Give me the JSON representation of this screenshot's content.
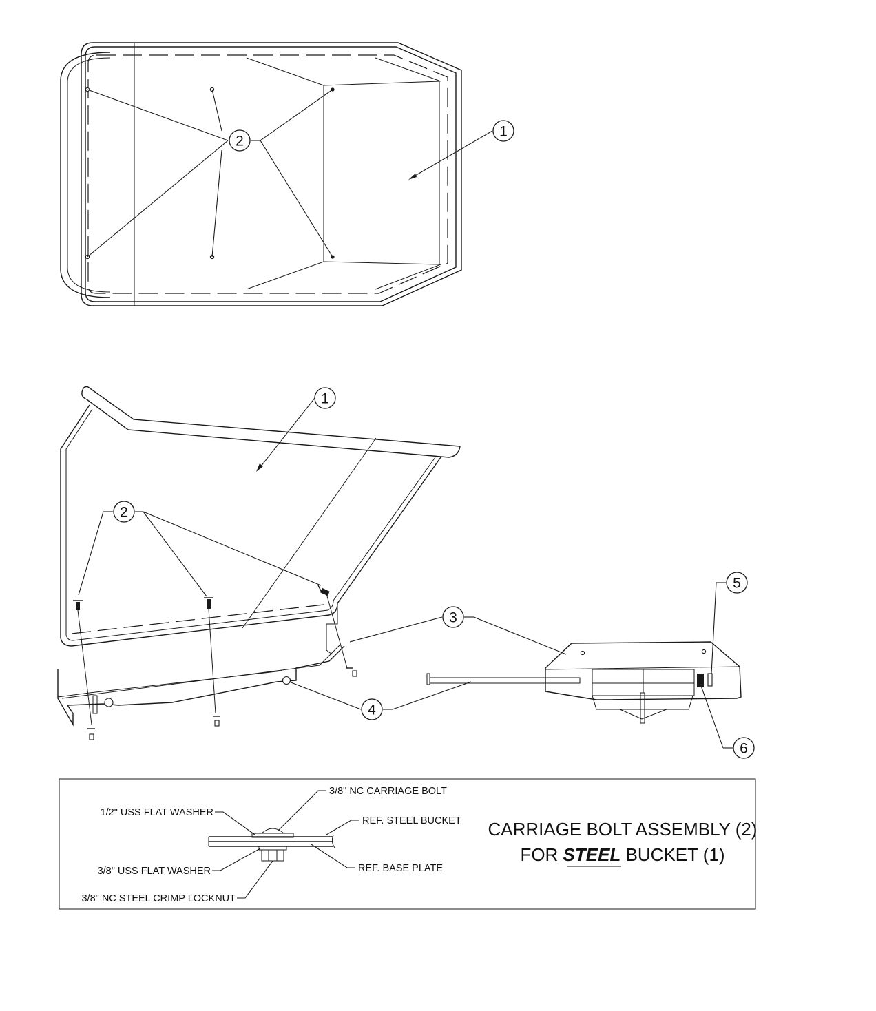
{
  "item_numbers": {
    "top_view_bucket": "1",
    "top_view_bolts": "2",
    "side_view_bucket": "1",
    "side_view_bolts": "2",
    "base_plate": "3",
    "pivot": "4",
    "item_5": "5",
    "item_6": "6"
  },
  "detail": {
    "labels": {
      "carriage_bolt": "3/8\" NC CARRIAGE BOLT",
      "half_washer": "1/2\" USS FLAT WASHER",
      "steel_bucket_ref": "REF. STEEL BUCKET",
      "three_eighths_washer": "3/8\" USS FLAT WASHER",
      "base_plate_ref": "REF. BASE PLATE",
      "locknut": "3/8\" NC STEEL CRIMP LOCKNUT"
    },
    "title": {
      "line1": "CARRIAGE BOLT ASSEMBLY (2)",
      "line2_prefix": "FOR ",
      "line2_emphasis": "STEEL",
      "line2_suffix": " BUCKET (1)"
    }
  }
}
